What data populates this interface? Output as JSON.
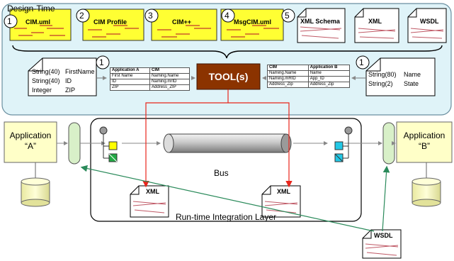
{
  "design_time": {
    "title": "Design-Time",
    "models": [
      {
        "num": "1",
        "label": "CIM.uml"
      },
      {
        "num": "2",
        "label": "CIM Profile"
      },
      {
        "num": "3",
        "label": "CIM++"
      },
      {
        "num": "4",
        "label": "MsgCIM.uml"
      }
    ],
    "schema_num": "5",
    "docs": [
      "XML Schema",
      "XML",
      "WSDL"
    ],
    "tool_label": "TOOL(s)",
    "left_note": {
      "num": "1",
      "rows": [
        {
          "type": "String(40)",
          "name": "FirstName"
        },
        {
          "type": "String(40)",
          "name": "ID"
        },
        {
          "type": "Integer",
          "name": "ZIP"
        }
      ]
    },
    "right_note": {
      "num": "1",
      "rows": [
        {
          "type": "String(80)",
          "name": "Name"
        },
        {
          "type": "String(2)",
          "name": "State"
        }
      ]
    },
    "map_a": {
      "headers": [
        "Application A",
        "CIM"
      ],
      "rows": [
        [
          "First Name",
          "Naming.Name"
        ],
        [
          "ID",
          "Naming.mrID"
        ],
        [
          "ZIP",
          "Address_ZIP"
        ]
      ]
    },
    "map_b": {
      "headers": [
        "CIM",
        "Application B"
      ],
      "rows": [
        [
          "Naming.Name",
          "Name"
        ],
        [
          "Naming.mRID",
          "App_ID"
        ],
        [
          "Address_Zip",
          "Address_Zip"
        ]
      ]
    }
  },
  "runtime": {
    "app_a": [
      "Application",
      "“A”"
    ],
    "app_b": [
      "Application",
      "“B”"
    ],
    "bus_label": "Bus",
    "layer_label": "Run-time Integration Layer",
    "xml_left": "XML",
    "xml_right": "XML",
    "wsdl": "WSDL"
  },
  "colors": {
    "design_bg": "#dff3f8",
    "model_fill": "#ffff33",
    "tool_fill": "#8b3300",
    "app_fill": "#ffffc8",
    "red_arrow": "#e8261c",
    "green_arrow": "#2a8a5a"
  }
}
